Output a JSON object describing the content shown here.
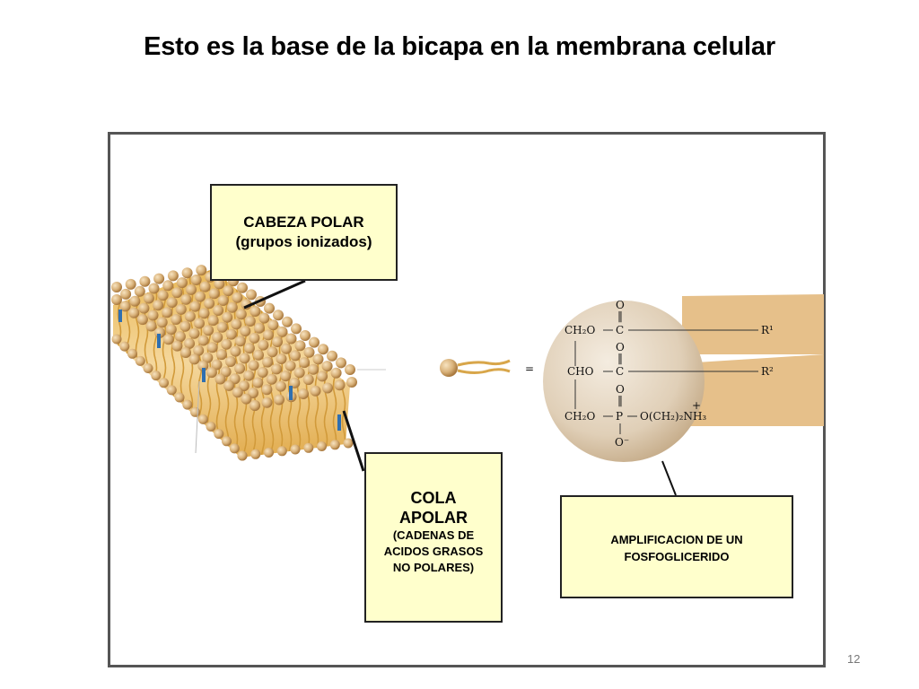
{
  "title": "Esto es la base de la bicapa en la membrana celular",
  "callouts": {
    "polar_head": {
      "line1": "CABEZA POLAR",
      "line2": "(grupos ionizados)"
    },
    "apolar_tail": {
      "line1": "COLA",
      "line2": "APOLAR",
      "line3": "(CADENAS DE",
      "line4": "ACIDOS GRASOS",
      "line5": "NO POLARES)"
    },
    "amplification": {
      "line1": "AMPLIFICACION DE UN",
      "line2": "FOSFOGLICERIDO"
    }
  },
  "formula": {
    "eq": "=",
    "row1": "CH₂O",
    "row2": "CHO",
    "row3": "CH₂O",
    "c": "C",
    "p": "P",
    "o": "O",
    "dbl": "‖",
    "ominus": "O⁻",
    "amine": "O(CH₂)₂NH₃",
    "plus": "+",
    "r1": "R¹",
    "r2": "R²"
  },
  "page_number": "12",
  "colors": {
    "callout_fill": "#ffffcc",
    "head_sphere": "#d9b27a",
    "tail": "#d8a64a",
    "protein_blue": "#2f6fb0",
    "molecule_sphere": "#e6d6c0"
  }
}
